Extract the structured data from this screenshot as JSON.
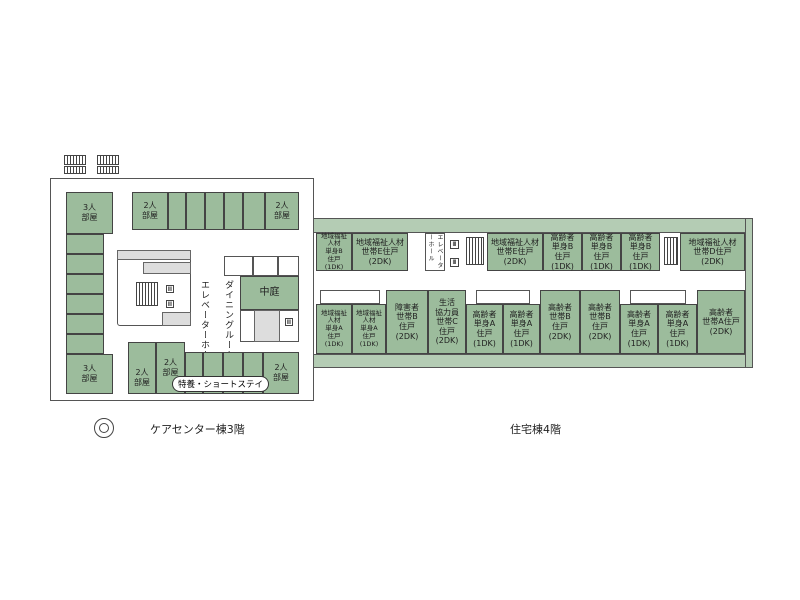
{
  "care_center": {
    "caption": "ケアセンター棟3階",
    "rooms": {
      "r3a": "3人\n部屋",
      "r3b": "3人\n部屋",
      "r2a": "2人\n部屋",
      "r2b": "2人\n部屋",
      "r2c": "2人\n部屋",
      "r2d": "2人\n部屋",
      "r2e": "2人\n部屋"
    },
    "courtyard": "中庭",
    "elevator_hall": "エレベーターホール",
    "dining": "ダイニングルーム",
    "unit_label": "特養・ショートステイ"
  },
  "housing": {
    "caption": "住宅棟4階",
    "elevator_hall": "エレベーターホール",
    "top": [
      "地域福祉\n人材\n単身B\n住戸\n(1DK)",
      "地域福祉人材\n世帯E住戸\n(2DK)",
      "地域福祉人材\n世帯E住戸\n(2DK)",
      "高齢者\n単身B\n住戸\n(1DK)",
      "高齢者\n単身B\n住戸\n(1DK)",
      "高齢者\n単身B\n住戸\n(1DK)",
      "地域福祉人材\n世帯D住戸\n(2DK)"
    ],
    "bottom": [
      "地域福祉\n人材\n単身A\n住戸\n(1DK)",
      "地域福祉\n人材\n単身A\n住戸\n(1DK)",
      "障害者\n世帯B\n住戸\n(2DK)",
      "生活\n協力員\n世帯C\n住戸\n(2DK)",
      "高齢者\n単身A\n住戸\n(1DK)",
      "高齢者\n単身A\n住戸\n(1DK)",
      "高齢者\n世帯B\n住戸\n(2DK)",
      "高齢者\n世帯B\n住戸\n(2DK)",
      "高齢者\n単身A\n住戸\n(1DK)",
      "高齢者\n単身A\n住戸\n(1DK)",
      "高齢者\n世帯A住戸\n(2DK)"
    ]
  }
}
